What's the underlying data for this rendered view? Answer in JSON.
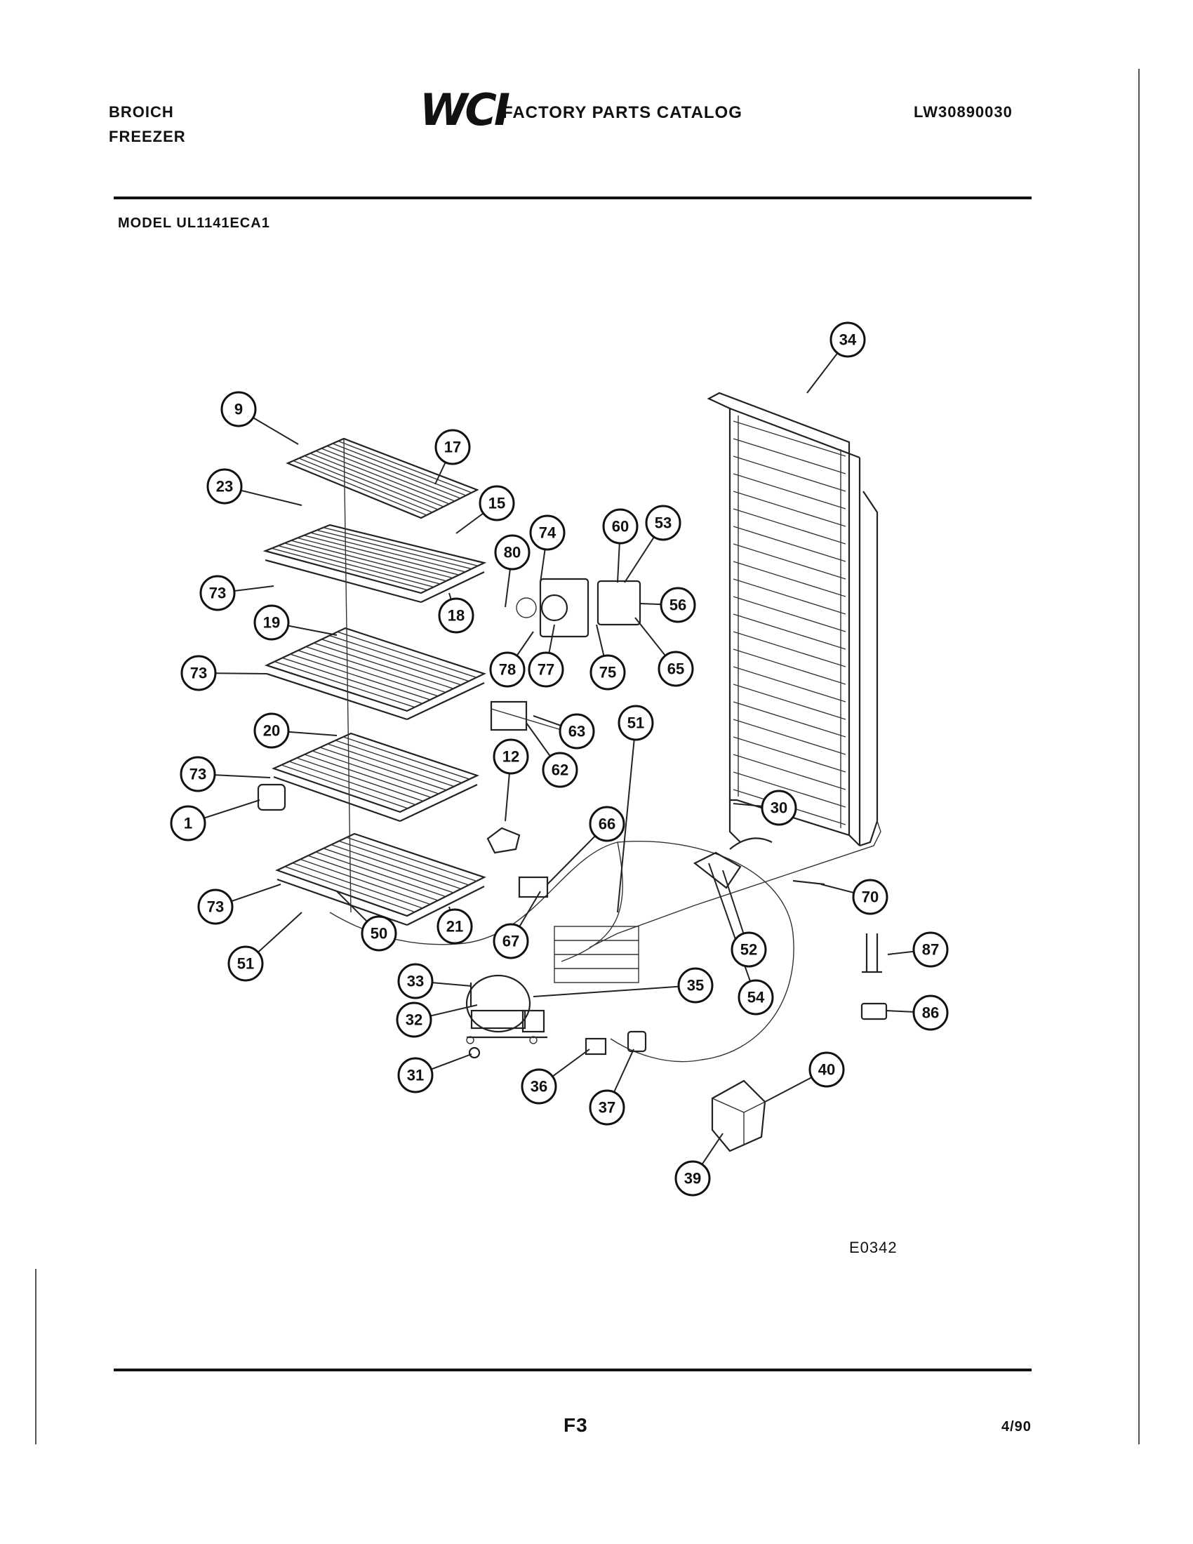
{
  "header": {
    "brand_line1": "BROICH",
    "brand_line2": "FREEZER",
    "logo_text": "WCI",
    "catalog_title": "FACTORY PARTS CATALOG",
    "catalog_number": "LW30890030",
    "model_label": "MODEL UL1141ECA1"
  },
  "diagram": {
    "code": "E0342",
    "callouts": [
      "34",
      "9",
      "17",
      "23",
      "15",
      "80",
      "74",
      "60",
      "53",
      "73",
      "18",
      "56",
      "19",
      "78",
      "77",
      "75",
      "65",
      "73",
      "63",
      "20",
      "62",
      "51",
      "73",
      "12",
      "1",
      "30",
      "66",
      "70",
      "73",
      "21",
      "67",
      "52",
      "51",
      "50",
      "87",
      "33",
      "35",
      "54",
      "86",
      "32",
      "40",
      "31",
      "36",
      "37",
      "39"
    ]
  },
  "footer": {
    "page_number": "F3",
    "date": "4/90"
  }
}
